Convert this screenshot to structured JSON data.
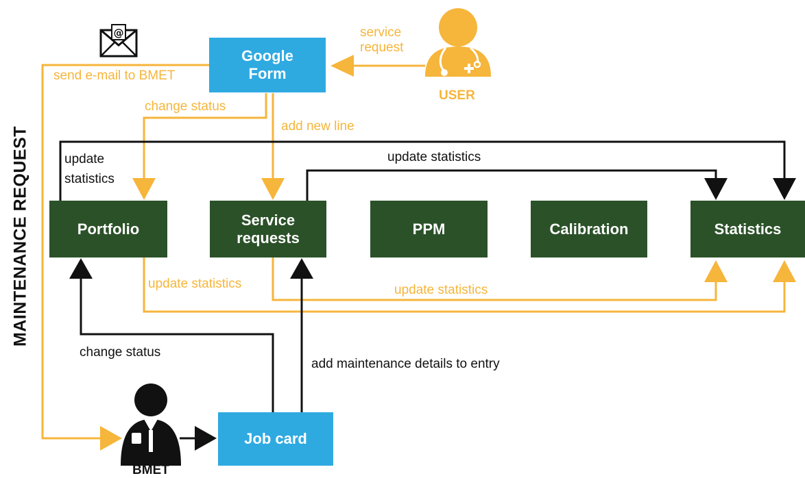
{
  "title": "MAINTENANCE REQUEST",
  "colors": {
    "orange": "#f6b53b",
    "black": "#111111",
    "blue": "#2eaae1",
    "green": "#2b5128"
  },
  "nodes": {
    "google_form": "Google\nForm",
    "job_card": "Job card",
    "portfolio": "Portfolio",
    "service_requests": "Service\nrequests",
    "ppm": "PPM",
    "calibration": "Calibration",
    "statistics": "Statistics"
  },
  "actors": {
    "user": "USER",
    "bmet": "BMET"
  },
  "icons": {
    "email": "email-envelope-icon",
    "user": "user-doctor-icon",
    "bmet": "bmet-person-icon"
  },
  "edges": {
    "service_request": "service\nrequest",
    "send_email": "send e-mail to BMET",
    "form_change_status": "change status",
    "add_new_line": "add new line",
    "portfolio_update_stats": "update\nstatistics",
    "service_update_stats": "update statistics",
    "portfolio_update_stats_bottom": "update statistics",
    "service_update_stats_bottom": "update statistics",
    "job_change_status": "change status",
    "add_maintenance": "add maintenance details to entry"
  }
}
